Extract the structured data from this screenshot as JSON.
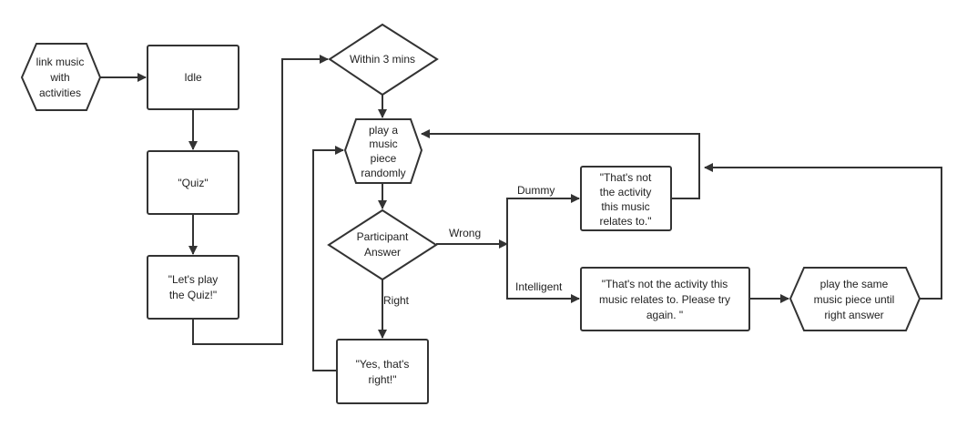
{
  "nodes": {
    "link_music": {
      "lines": [
        "link music",
        "with",
        "activities"
      ]
    },
    "idle": {
      "lines": [
        "Idle"
      ]
    },
    "quiz": {
      "lines": [
        "\"Quiz\""
      ]
    },
    "lets_play": {
      "lines": [
        "\"Let's play",
        "the Quiz!\""
      ]
    },
    "within_3_mins": {
      "lines": [
        "Within 3 mins"
      ]
    },
    "play_random": {
      "lines": [
        "play a",
        "music",
        "piece",
        "randomly"
      ]
    },
    "participant_answer": {
      "lines": [
        "Participant",
        "Answer"
      ]
    },
    "yes_right": {
      "lines": [
        "\"Yes, that's",
        "right!\""
      ]
    },
    "dummy_response": {
      "lines": [
        "\"That's not",
        "the activity",
        "this music",
        "relates to.\""
      ]
    },
    "intelligent_response": {
      "lines": [
        "\"That's not the activity this",
        "music relates to. Please try",
        "again. \""
      ]
    },
    "play_same": {
      "lines": [
        "play the same",
        "music piece until",
        "right answer"
      ]
    }
  },
  "edge_labels": {
    "wrong": "Wrong",
    "right": "Right",
    "dummy": "Dummy",
    "intelligent": "Intelligent"
  }
}
